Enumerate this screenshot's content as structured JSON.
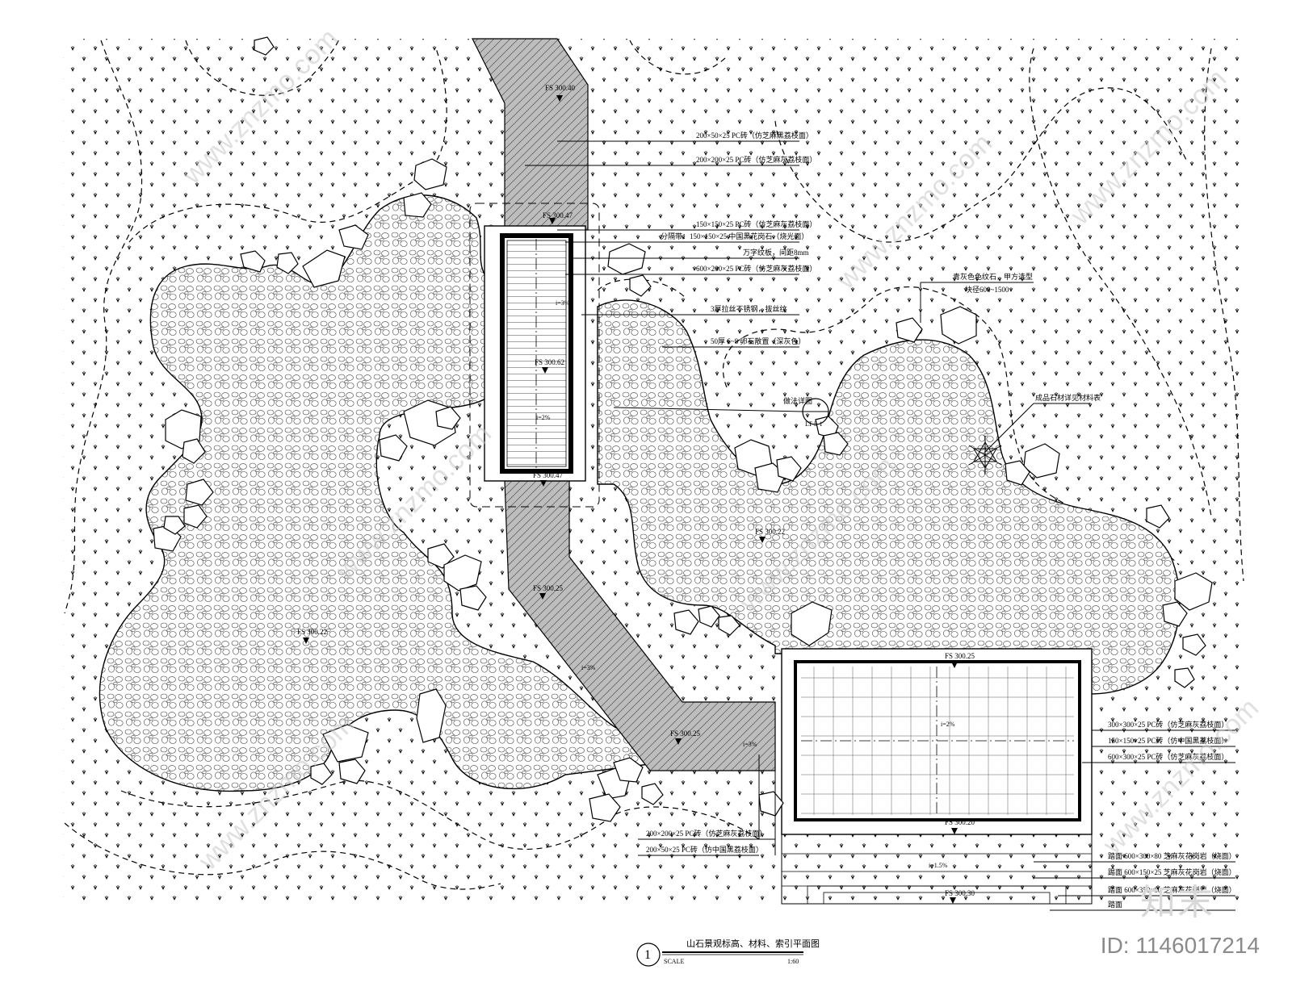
{
  "drawing": {
    "title": "山石景观标高、材料、索引平面图",
    "index_no": "1",
    "scale_word": "SCALE",
    "scale_ratio": "1:60"
  },
  "callouts": [
    "200×50×25 PC砖（仿芝麻黑荔枝面）",
    "200×200×25 PC砖（仿芝麻灰荔枝面）",
    "150×150×25 PC砖（仿芝麻灰荔枝面）",
    "分隔带：150×150×25 中国黑花岗石（烧光面）",
    "万字纹板，间距8mm",
    "600×200×25 PC砖（仿芝麻灰荔枝面）",
    "3厚拉丝不锈钢，拔丝纹",
    "50厚 6~8 卵石散置（深灰色）",
    "青灰色色纹石，甲方选型",
    "块径600~1500",
    "成品石材详见材料表",
    "300×300×25 PC砖（仿芝麻灰荔枝面）",
    "150×150×25 PC砖（仿中国黑荔枝面）",
    "600×300×25 PC砖（仿芝麻灰荔枝面）",
    "踏面 600×300×80 芝麻灰花岗岩（烧面）",
    "踢面 600×150×25 芝麻灰花岗岩（烧面）",
    "踏面 600×350×80 芝麻灰花岗岩（烧面）",
    "踏面",
    "200×200×25 PC砖（仿芝麻灰荔枝面）",
    "200×50×25 PC砖（仿中国黑荔枝面）"
  ],
  "levels": {
    "fs1": "FS 300.40",
    "fs2": "FS 300.47",
    "fs3": "FS 300.62",
    "fs4": "FS 300.47",
    "fs5": "FS 300.25",
    "fs6": "FS 300.22",
    "fs7": "FS 300.22",
    "fs8": "FS 300.25",
    "fs9": "FS 300.25",
    "fs10": "FS 300.20",
    "fs11": "FS 300.30"
  },
  "slopes": [
    "i=3%",
    "i=2%",
    "i=3%",
    "i=3%",
    "i=2%",
    "i=1.5%"
  ],
  "detail_ref": {
    "label": "做法详图",
    "code": "LT-5-1"
  },
  "watermark": "www.znzmo.com",
  "brand": "知末",
  "image_id": "ID: 1146017214",
  "colors": {
    "line": "#000000",
    "paving": "#cfcfcf",
    "watermark": "#c8c8c8"
  }
}
